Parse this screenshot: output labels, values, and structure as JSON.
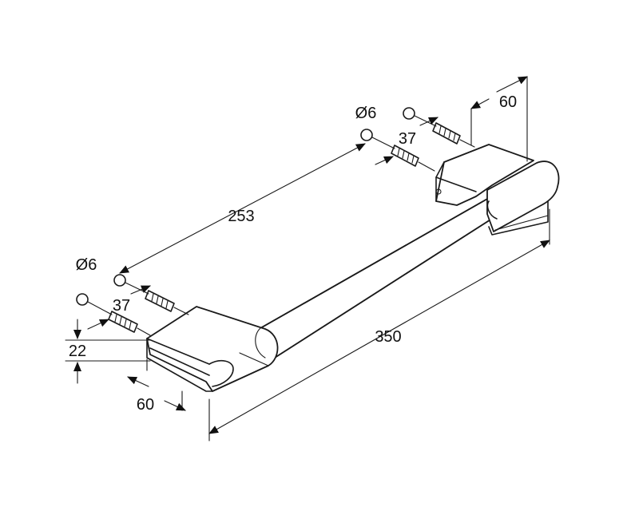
{
  "diagram": {
    "type": "technical-drawing",
    "labels": {
      "length_total": "350",
      "hole_spacing": "253",
      "hole_diameter_right": "Ø6",
      "hole_diameter_left": "Ø6",
      "screw_length_right": "37",
      "screw_length_left": "37",
      "bracket_depth_right": "60",
      "bracket_depth_left": "60",
      "bracket_height": "22"
    }
  }
}
